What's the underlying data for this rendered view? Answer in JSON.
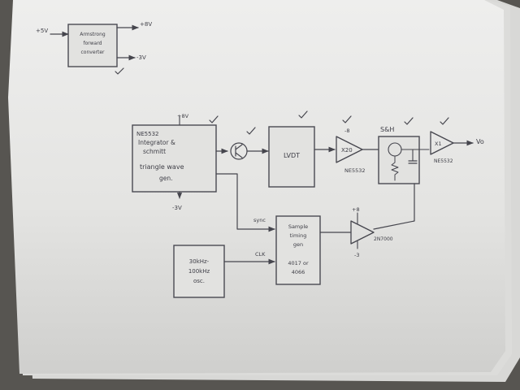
{
  "blocks": {
    "converter": {
      "lines": [
        "Armstrong",
        "forward",
        "converter"
      ],
      "input_label": "+5V",
      "output_pos_label": "+8V",
      "output_neg_label": "-3V"
    },
    "integrator": {
      "lines": [
        "NE5532",
        "Integrator &",
        "schmitt",
        "triangle wave",
        "gen."
      ],
      "supply_pos": "+8V",
      "supply_neg": "-3V"
    },
    "lvdt": {
      "label": "LVDT"
    },
    "amplifier": {
      "gain_label": "X20",
      "part_label": "NE5532",
      "supply_label": "-8"
    },
    "sample_hold": {
      "label": "S&H"
    },
    "buffer": {
      "gain_label": "X1",
      "part_label": "NE5532",
      "output_label": "Vo"
    },
    "timing": {
      "lines": [
        "Sample",
        "timing",
        "gen",
        "4017 or",
        "4066"
      ],
      "sync_label": "sync",
      "clk_label": "CLK"
    },
    "oscillator": {
      "lines": [
        "30kHz-",
        "100kHz",
        "osc."
      ]
    },
    "comparator": {
      "part_label": "2N7000",
      "supply_pos": "+8",
      "supply_neg": "-3"
    }
  }
}
